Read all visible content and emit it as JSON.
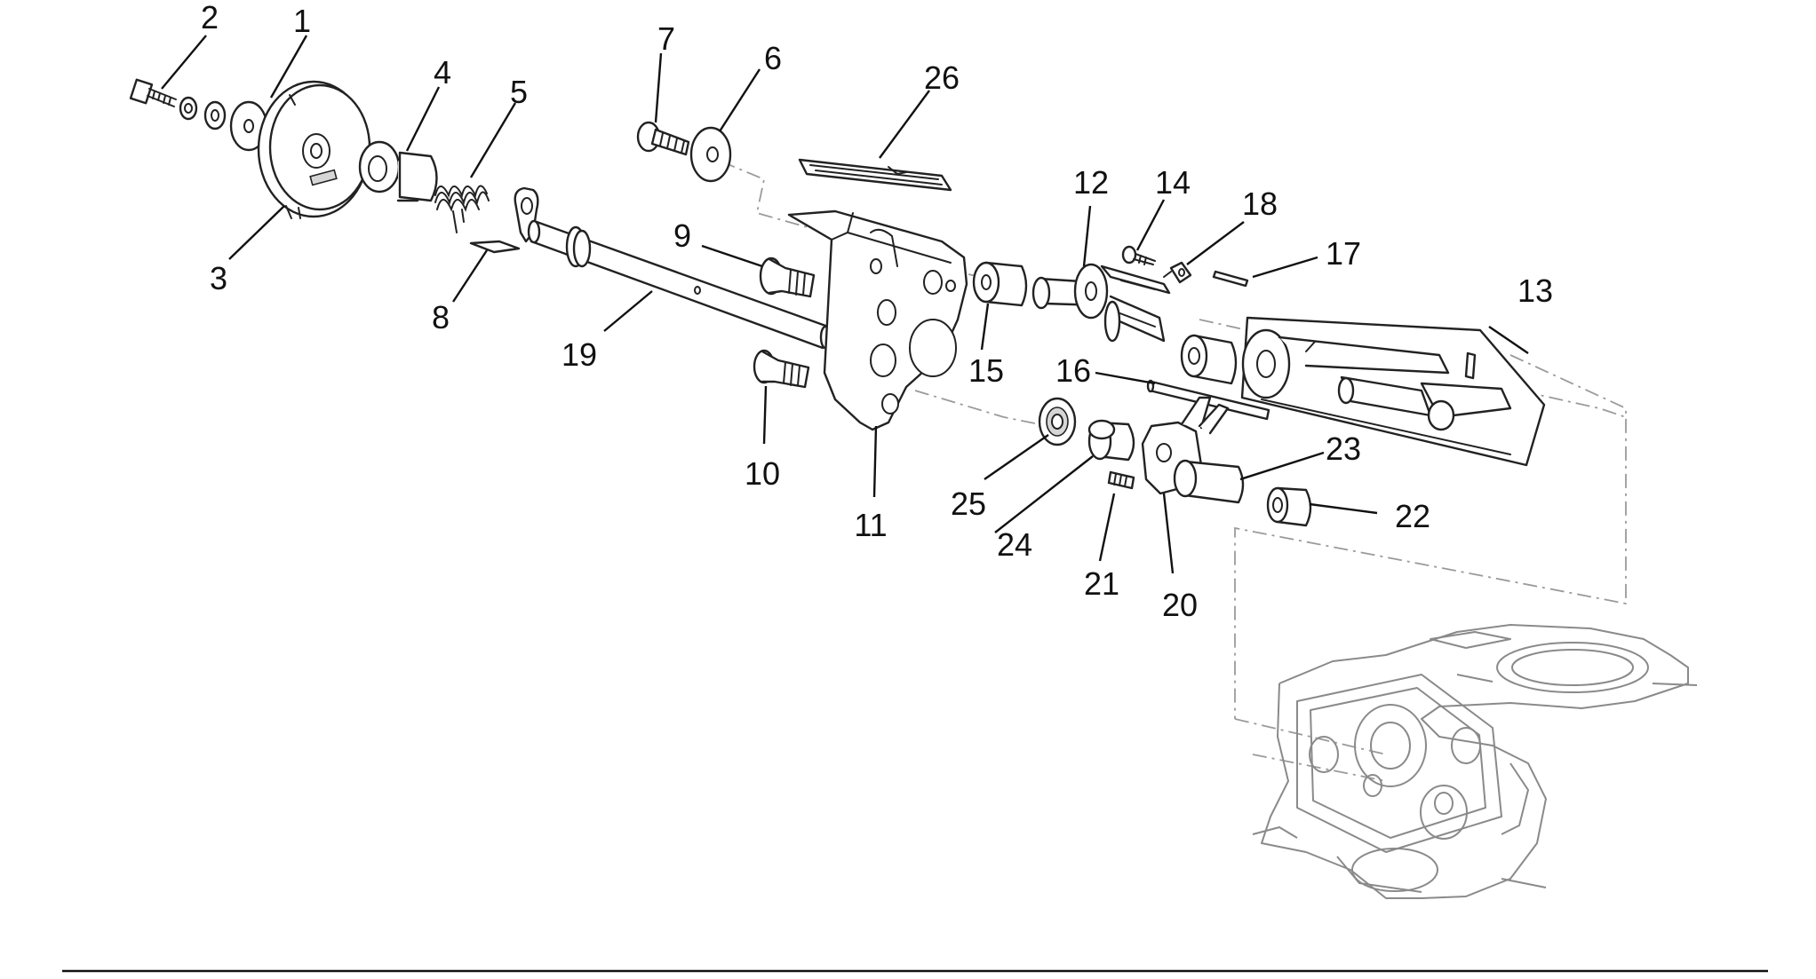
{
  "callouts": [
    {
      "id": "1",
      "label": "1"
    },
    {
      "id": "2",
      "label": "2"
    },
    {
      "id": "3",
      "label": "3"
    },
    {
      "id": "4",
      "label": "4"
    },
    {
      "id": "5",
      "label": "5"
    },
    {
      "id": "6",
      "label": "6"
    },
    {
      "id": "7",
      "label": "7"
    },
    {
      "id": "8",
      "label": "8"
    },
    {
      "id": "9",
      "label": "9"
    },
    {
      "id": "10",
      "label": "10"
    },
    {
      "id": "11",
      "label": "11"
    },
    {
      "id": "12",
      "label": "12"
    },
    {
      "id": "13",
      "label": "13"
    },
    {
      "id": "14",
      "label": "14"
    },
    {
      "id": "15",
      "label": "15"
    },
    {
      "id": "16",
      "label": "16"
    },
    {
      "id": "17",
      "label": "17"
    },
    {
      "id": "18",
      "label": "18"
    },
    {
      "id": "19",
      "label": "19"
    },
    {
      "id": "20",
      "label": "20"
    },
    {
      "id": "21",
      "label": "21"
    },
    {
      "id": "22",
      "label": "22"
    },
    {
      "id": "23",
      "label": "23"
    },
    {
      "id": "24",
      "label": "24"
    },
    {
      "id": "25",
      "label": "25"
    },
    {
      "id": "26",
      "label": "26"
    }
  ],
  "colors": {
    "ink": "#111111",
    "leader": "#111111",
    "phantom": "#9a9a9a",
    "engine": "#8a8a8a",
    "background": "#ffffff"
  }
}
